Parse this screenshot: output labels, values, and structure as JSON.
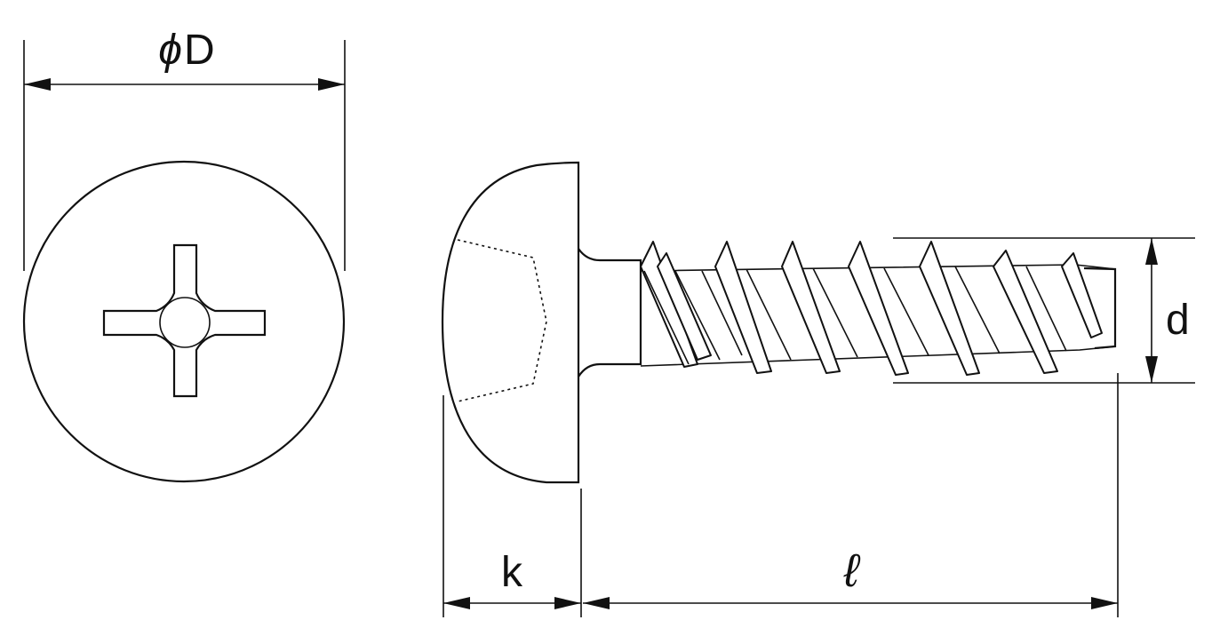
{
  "diagram": {
    "colors": {
      "ink": "#111111",
      "background": "#ffffff"
    },
    "dimensions": {
      "head_diameter": {
        "symbol": "ϕ",
        "letter": "D"
      },
      "thread_diameter": {
        "letter": "d"
      },
      "head_height": {
        "letter": "k"
      },
      "length": {
        "letter": "ℓ"
      }
    },
    "views": {
      "top": "phillips-cross-recess",
      "side": "pan-head-tapping-screw"
    }
  }
}
